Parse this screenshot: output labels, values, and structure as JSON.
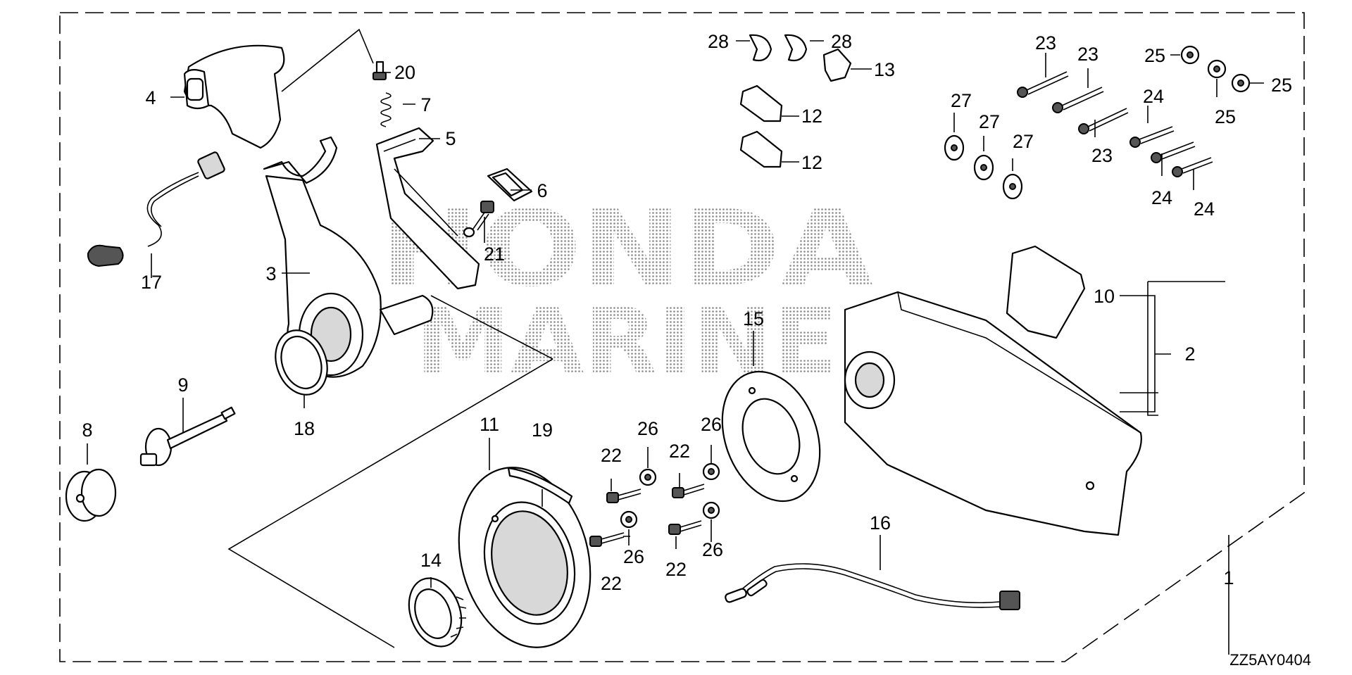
{
  "watermark": {
    "line1": "HONDA",
    "line2": "MARINE"
  },
  "diagram_code": "ZZ5AY0404",
  "callouts": [
    {
      "id": "c1",
      "label": "1"
    },
    {
      "id": "c2",
      "label": "2"
    },
    {
      "id": "c3",
      "label": "3"
    },
    {
      "id": "c4",
      "label": "4"
    },
    {
      "id": "c5",
      "label": "5"
    },
    {
      "id": "c6",
      "label": "6"
    },
    {
      "id": "c7",
      "label": "7"
    },
    {
      "id": "c8",
      "label": "8"
    },
    {
      "id": "c9",
      "label": "9"
    },
    {
      "id": "c10",
      "label": "10"
    },
    {
      "id": "c11",
      "label": "11"
    },
    {
      "id": "c12a",
      "label": "12"
    },
    {
      "id": "c12b",
      "label": "12"
    },
    {
      "id": "c13",
      "label": "13"
    },
    {
      "id": "c14",
      "label": "14"
    },
    {
      "id": "c15",
      "label": "15"
    },
    {
      "id": "c16",
      "label": "16"
    },
    {
      "id": "c17",
      "label": "17"
    },
    {
      "id": "c18",
      "label": "18"
    },
    {
      "id": "c19",
      "label": "19"
    },
    {
      "id": "c20",
      "label": "20"
    },
    {
      "id": "c21",
      "label": "21"
    },
    {
      "id": "c22a",
      "label": "22"
    },
    {
      "id": "c22b",
      "label": "22"
    },
    {
      "id": "c22c",
      "label": "22"
    },
    {
      "id": "c22d",
      "label": "22"
    },
    {
      "id": "c23a",
      "label": "23"
    },
    {
      "id": "c23b",
      "label": "23"
    },
    {
      "id": "c23c",
      "label": "23"
    },
    {
      "id": "c24a",
      "label": "24"
    },
    {
      "id": "c24b",
      "label": "24"
    },
    {
      "id": "c24c",
      "label": "24"
    },
    {
      "id": "c25a",
      "label": "25"
    },
    {
      "id": "c25b",
      "label": "25"
    },
    {
      "id": "c25c",
      "label": "25"
    },
    {
      "id": "c26a",
      "label": "26"
    },
    {
      "id": "c26b",
      "label": "26"
    },
    {
      "id": "c26c",
      "label": "26"
    },
    {
      "id": "c26d",
      "label": "26"
    },
    {
      "id": "c27a",
      "label": "27"
    },
    {
      "id": "c27b",
      "label": "27"
    },
    {
      "id": "c27c",
      "label": "27"
    },
    {
      "id": "c28a",
      "label": "28"
    },
    {
      "id": "c28b",
      "label": "28"
    }
  ]
}
